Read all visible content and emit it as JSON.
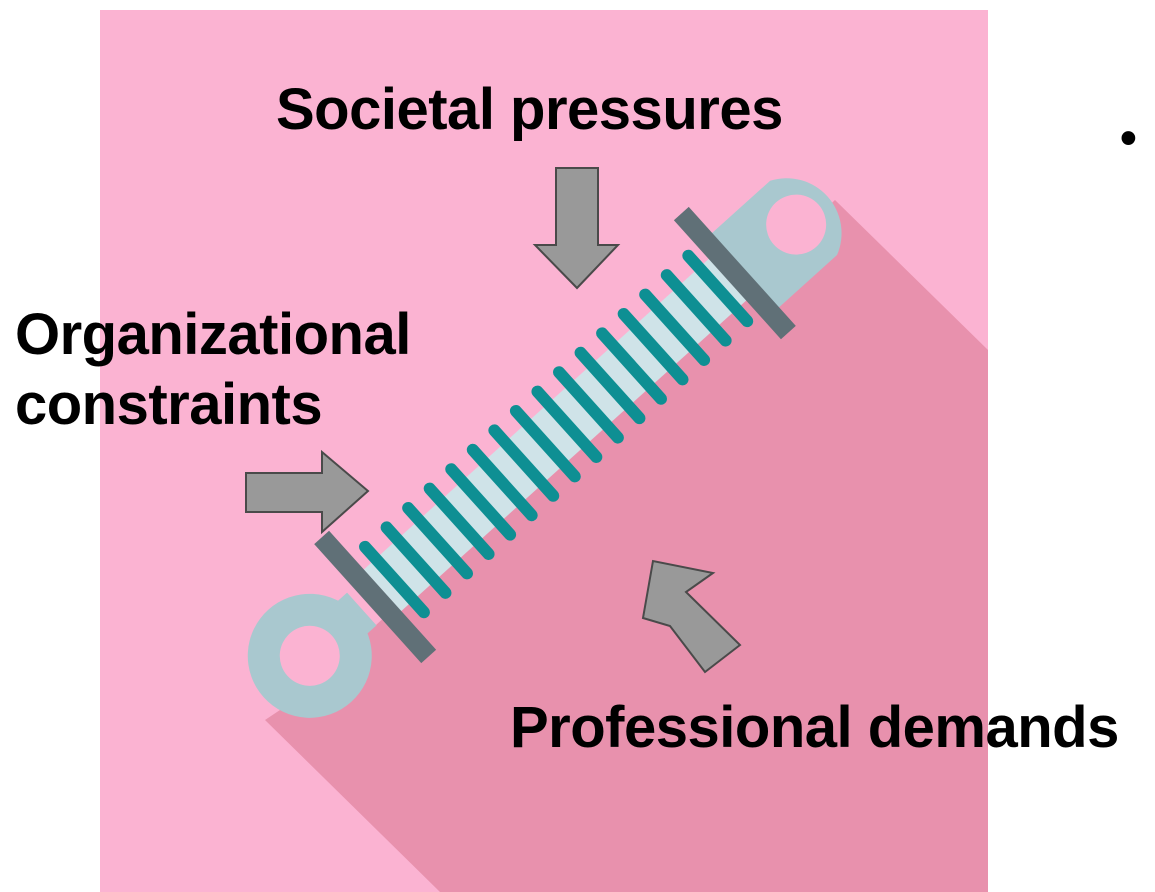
{
  "labels": {
    "societal": "Societal pressures",
    "organizational_line1": "Organizational",
    "organizational_line2": "constraints",
    "professional": "Professional demands"
  },
  "bullet": "•",
  "icons": {
    "spring": "coil-spring-icon",
    "arrows": "block-arrow-icon"
  },
  "colors": {
    "panel": "#fbb3d2",
    "shadow": "#e891ad",
    "coil": "#0e8f93",
    "metal": "#a9c8cf",
    "cap": "#607077",
    "arrow_fill": "#999999",
    "arrow_stroke": "#4a4a4a"
  }
}
